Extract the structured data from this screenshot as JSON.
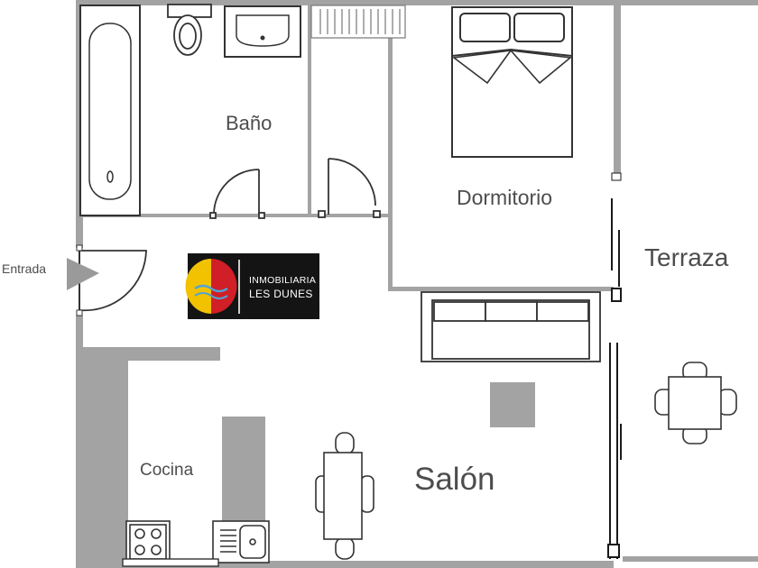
{
  "plan": {
    "rooms": {
      "bathroom": "Baño",
      "bedroom": "Dormitorio",
      "terrace": "Terraza",
      "kitchen": "Cocina",
      "living_room": "Salón"
    },
    "entrance_label": "Entrada",
    "logo": {
      "line1": "INMOBILIARIA",
      "line2": "LES DUNES"
    },
    "colors": {
      "wall": "#999999",
      "wall_dark": "#1a1a1a",
      "line": "#333333",
      "text": "#4d4d4d",
      "logo_bg": "#141414",
      "logo_yellow": "#f2c200",
      "logo_red": "#d01f26"
    }
  }
}
